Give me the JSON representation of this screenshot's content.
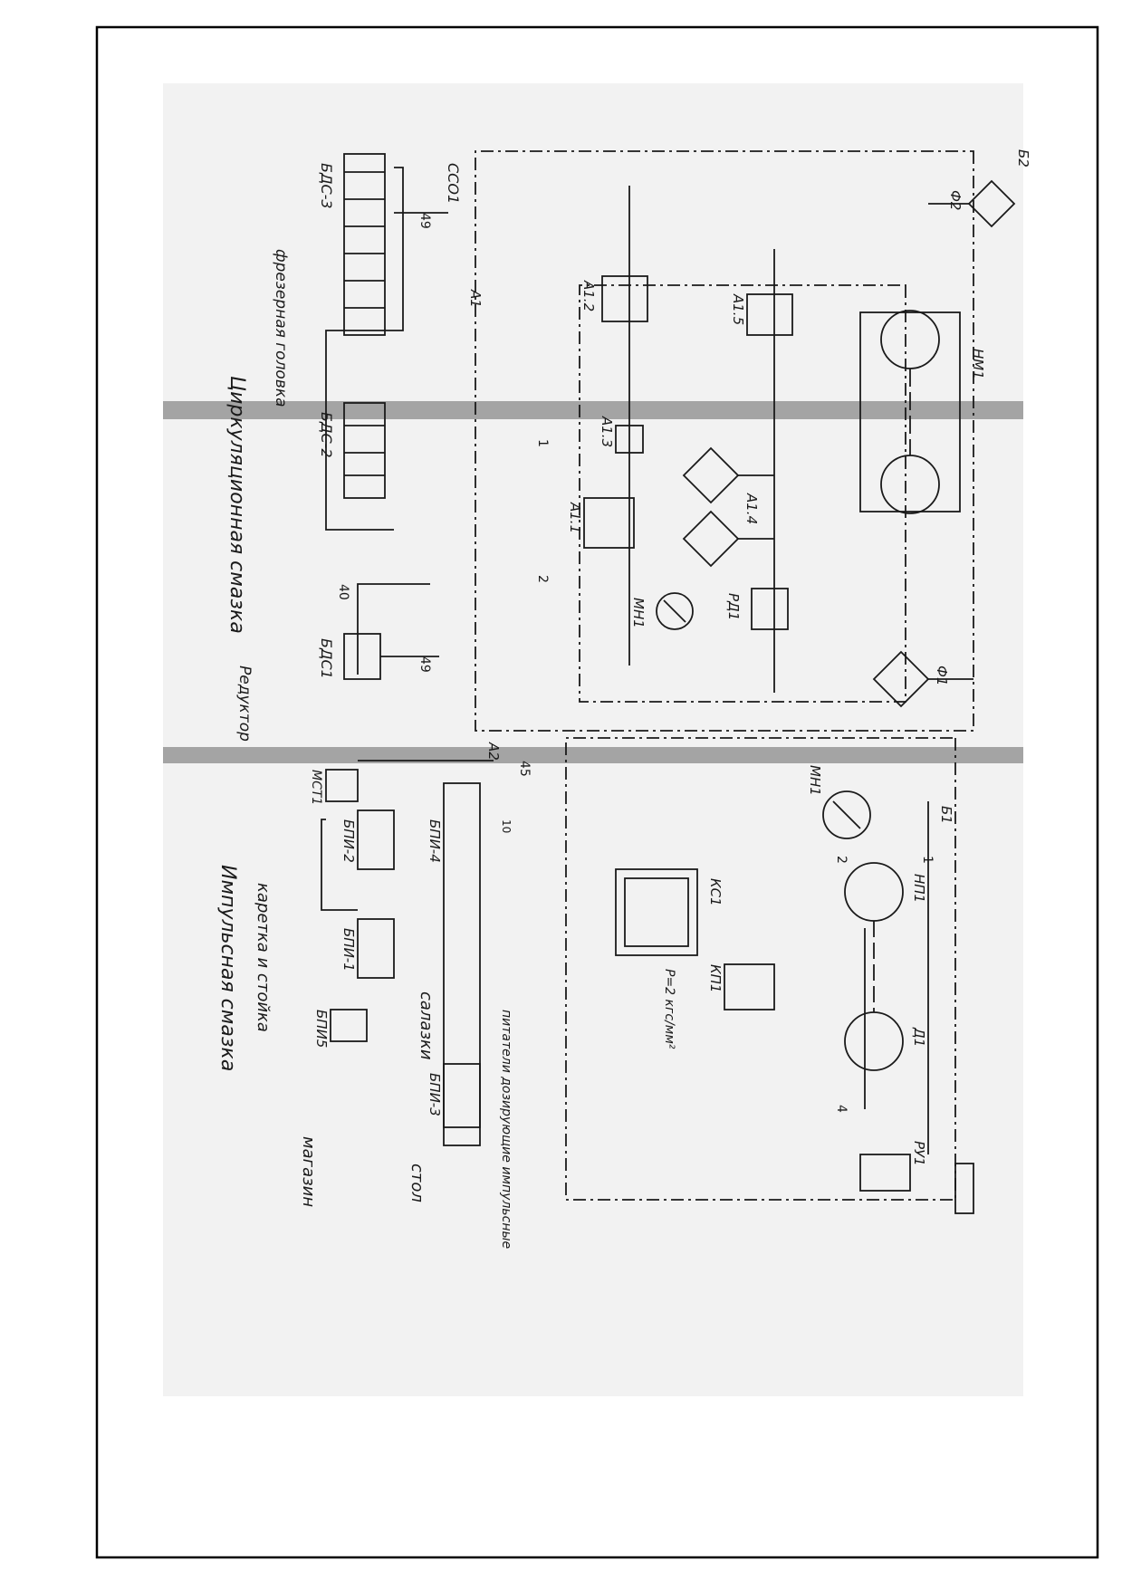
{
  "diagram": {
    "section_titles": {
      "impulse": "Импульсная смазка",
      "circulation": "Циркуляционная смазка"
    },
    "group_labels": {
      "carriage_rack": "каретка и стойка",
      "magazine": "магазин",
      "table": "стол",
      "slide": "салазки",
      "feeders": "питатели дозирующие импульсные",
      "milling_head": "фрезерная головка",
      "reducer": "Редуктор"
    },
    "components": {
      "bpi1": "БПИ-1",
      "bpi2": "БПИ-2",
      "bpi3": "БПИ-3",
      "bpi4": "БПИ-4",
      "bpi5": "БПИ5",
      "mst1": "МСТ1",
      "bds1": "БДС1",
      "bds2": "БДС-2",
      "bds3": "БДС-3",
      "sso1": "ССО1",
      "a1": "А1",
      "a2": "А2",
      "a11": "А1.1",
      "a12": "А1.2",
      "a13": "А1.3",
      "a14": "А1.4",
      "a15": "А1.5",
      "mn1_top": "МН1",
      "mn1_bottom": "МН1",
      "rd1": "РД1",
      "f1": "Ф1",
      "f2": "Ф2",
      "nm1": "НМ1",
      "np1": "НП1",
      "kp1": "КП1",
      "ks1": "КС1",
      "d1": "Д1",
      "ru1": "РУ1",
      "b1": "Б1",
      "b2": "Б2"
    },
    "line_marks": {
      "m40": "40",
      "m49a": "49",
      "m49b": "49",
      "m45": "45",
      "n1": "1",
      "n2": "2",
      "p1": "1",
      "p2": "2",
      "p4": "4",
      "n10": "10"
    },
    "pressure_note": "Р=2 кгс/мм²",
    "colors": {
      "ink": "#1a1a1a",
      "frame": "#000000",
      "fold_band": "#8a8a8a"
    }
  }
}
